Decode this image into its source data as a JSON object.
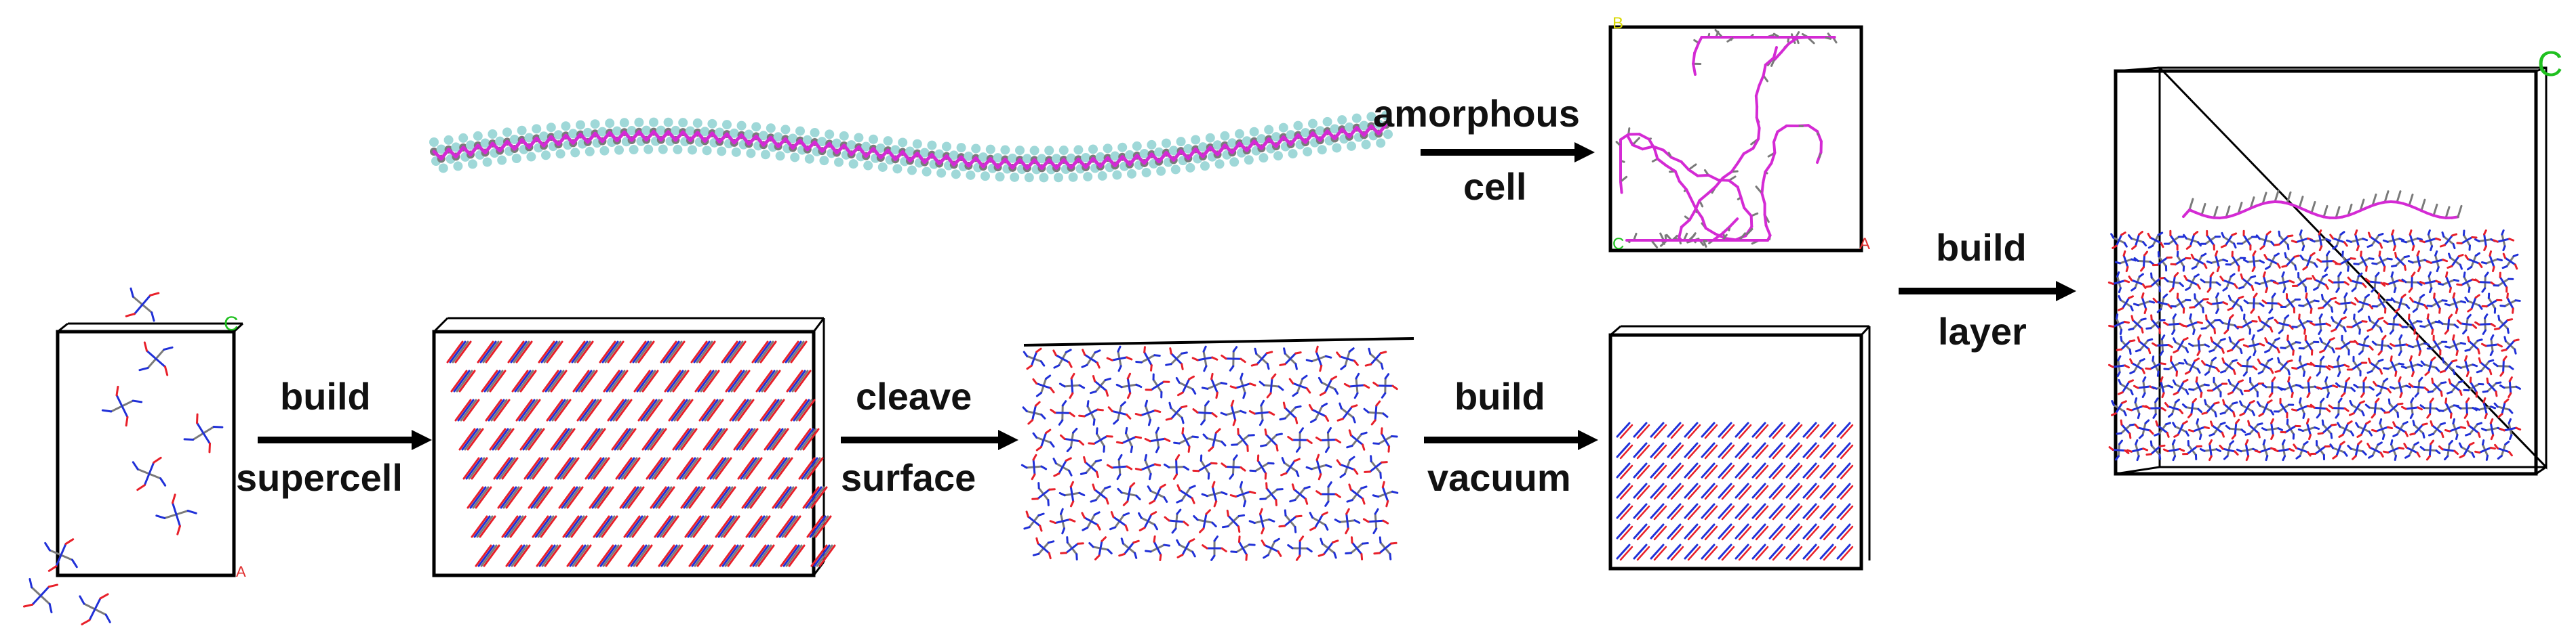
{
  "steps": {
    "amorphous": {
      "line1": "amorphous",
      "line2": "cell"
    },
    "supercell": {
      "line1": "build",
      "line2": "supercell"
    },
    "cleave": {
      "line1": "cleave",
      "line2": "surface"
    },
    "vacuum": {
      "line1": "build",
      "line2": "vacuum"
    },
    "layer": {
      "line1": "build",
      "line2": "layer"
    }
  },
  "axis_letters": {
    "unit_cell_c": "C",
    "layer_c": "C"
  },
  "colors": {
    "arrow": "#000000",
    "polymer_backbone": "#d42ad4",
    "hydrogen": "#9fd8d8",
    "carbon": "#7a7a7a",
    "oxygen": "#e8202a",
    "nitrogen": "#2030d8",
    "axis_a": "#e03030",
    "axis_b": "#d8d800",
    "axis_c": "#20c020"
  }
}
